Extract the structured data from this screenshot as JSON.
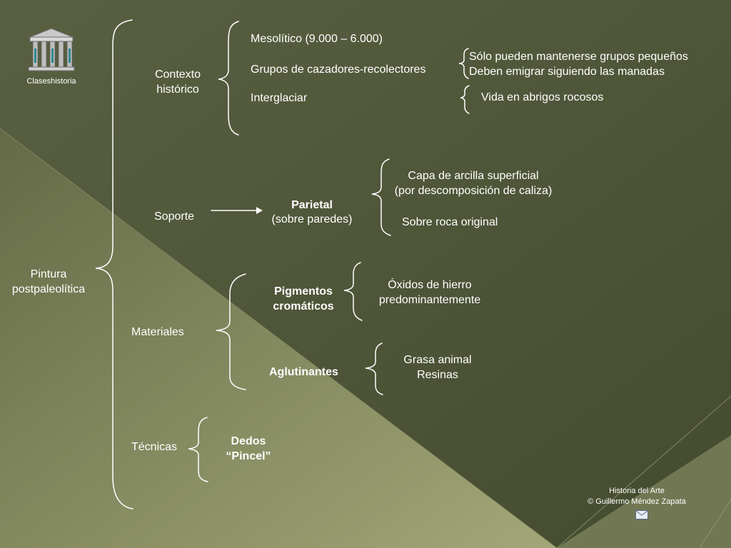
{
  "logo": {
    "caption": "Claseshistoria",
    "icon": "greek-temple-icon"
  },
  "root": {
    "label_line1": "Pintura",
    "label_line2": "postpaleolítica"
  },
  "contexto": {
    "label_line1": "Contexto",
    "label_line2": "histórico",
    "items": [
      "Mesolítico (9.000 – 6.000)",
      "Grupos de cazadores-recolectores",
      "Interglaciar"
    ],
    "grupos_detail": [
      "Sólo pueden mantenerse grupos pequeños",
      "Deben emigrar siguiendo las manadas"
    ],
    "interglaciar_detail": "Vida en abrigos rocosos"
  },
  "soporte": {
    "label": "Soporte",
    "type_title": "Parietal",
    "type_subtitle": "(sobre paredes)",
    "details": [
      "Capa de arcilla superficial",
      "(por descomposición de caliza)",
      "Sobre roca original"
    ]
  },
  "materiales": {
    "label": "Materiales",
    "pigmentos_line1": "Pigmentos",
    "pigmentos_line2": "cromáticos",
    "pigmentos_detail": [
      "Óxidos de hierro",
      "predominantemente"
    ],
    "aglutinantes": "Aglutinantes",
    "aglutinantes_detail": [
      "Grasa animal",
      "Resinas"
    ]
  },
  "tecnicas": {
    "label": "Técnicas",
    "items": [
      "Dedos",
      "“Pincel”"
    ]
  },
  "footer": {
    "line1": "Historia del Arte",
    "line2": "©  Guillermo Méndez Zapata",
    "mail_icon": "envelope-icon"
  },
  "colors": {
    "bg_dark": "#4a5134",
    "bg_light": "#9aa070",
    "text": "#ffffff"
  }
}
